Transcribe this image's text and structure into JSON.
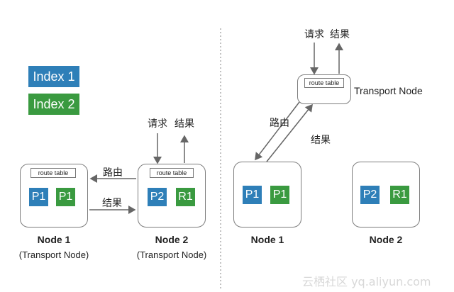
{
  "legend": {
    "index1": "Index 1",
    "index2": "Index 2"
  },
  "colors": {
    "index1": "#2e7fb8",
    "index2": "#3a9a40",
    "border": "#7d7d7d"
  },
  "left": {
    "request": "请求",
    "result_top": "结果",
    "route_label": "路由",
    "result_label": "结果",
    "node1": {
      "route_table": "route table",
      "shard_a": "P1",
      "shard_b": "P1",
      "name": "Node 1",
      "role": "(Transport Node)"
    },
    "node2": {
      "route_table": "route table",
      "shard_a": "P2",
      "shard_b": "R1",
      "name": "Node 2",
      "role": "(Transport Node)"
    }
  },
  "right": {
    "request": "请求",
    "result_top": "结果",
    "transport": {
      "route_table": "route table",
      "label": "Transport Node"
    },
    "route_label": "路由",
    "result_label": "结果",
    "node1": {
      "shard_a": "P1",
      "shard_b": "P1",
      "name": "Node 1"
    },
    "node2": {
      "shard_a": "P2",
      "shard_b": "R1",
      "name": "Node 2"
    }
  },
  "watermark": "云栖社区 yq.aliyun.com"
}
